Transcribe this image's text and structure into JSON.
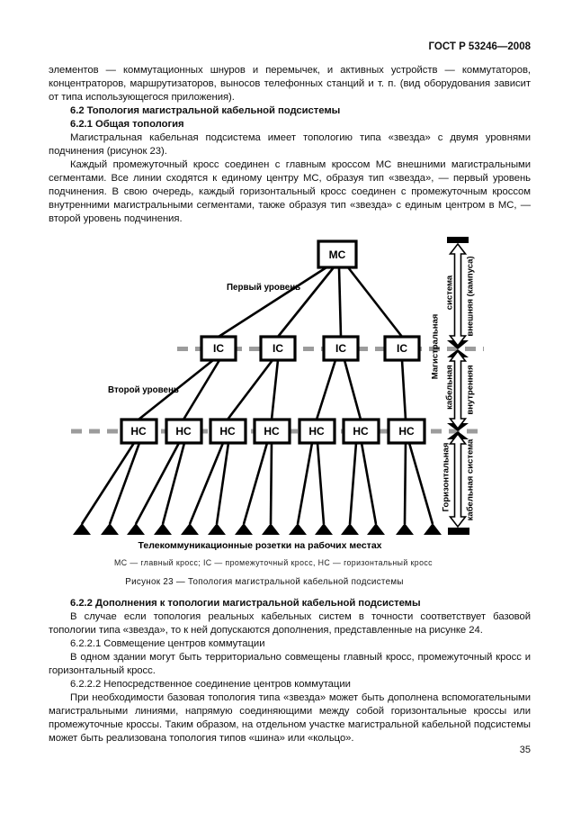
{
  "page": {
    "header": "ГОСТ Р 53246—2008",
    "number": "35"
  },
  "content": {
    "para_intro": "элементов — коммутационных шнуров и перемычек, и активных устройств — коммутаторов, концентраторов, маршрутизаторов, выносов телефонных станций и т. п. (вид оборудования зависит от типа использующегося приложения).",
    "heading_62": "6.2 Топология магистральной кабельной подсистемы",
    "heading_621": "6.2.1 Общая топология",
    "para_621_1": "Магистральная кабельная подсистема имеет топологию типа «звезда» с двумя уровнями подчинения (рисунок 23).",
    "para_621_2": "Каждый промежуточный кросс соединен с главным кроссом МС внешними магистральными сегментами. Все линии сходятся к единому центру МС, образуя тип «звезда», — первый уровень подчинения. В свою очередь, каждый горизонтальный кросс соединен с промежуточным кроссом внутренними магистральными сегментами, также образуя тип «звезда» с единым центром в МС, — второй уровень подчинения.",
    "heading_622": "6.2.2 Дополнения к топологии магистральной кабельной подсистемы",
    "para_622_1": "В случае если топология реальных кабельных систем в точности соответствует базовой топологии типа «звезда», то к ней допускаются дополнения, представленные на рисунке 24.",
    "heading_6221": "6.2.2.1 Совмещение центров коммутации",
    "para_6221": "В одном здании могут быть территориально совмещены главный кросс, промежуточный кросс и горизонтальный кросс.",
    "heading_6222": "6.2.2.2 Непосредственное соединение центров коммутации",
    "para_6222": "При необходимости базовая топология типа «звезда» может быть дополнена вспомогательными магистральными линиями, напрямую соединяющими между собой горизонтальные кроссы или промежуточные кроссы. Таким образом, на отдельном участке магистральной кабельной подсистемы может быть реализована топология типов «шина» или «кольцо»."
  },
  "figure": {
    "level1_label": "Первый уровень",
    "level2_label": "Второй уровень",
    "mc_label": "МС",
    "ic_label": "IC",
    "hc_label": "НС",
    "outlets_label": "Телекоммуникационные розетки на рабочих местах",
    "side": {
      "backbone": "Магистральная",
      "system": "система",
      "cable": "кабельная",
      "horizontal": "Горизонтальная",
      "external": "внешняя (кампуса)",
      "internal": "внутренняя",
      "cable_system": "кабельная система"
    },
    "legend": "МС — главный кросс; IC — промежуточный кросс, НС — горизонтальный кросс",
    "caption": "Рисунок 23 — Топология магистральной кабельной подсистемы",
    "dashed_color": "#9c9c9c"
  }
}
